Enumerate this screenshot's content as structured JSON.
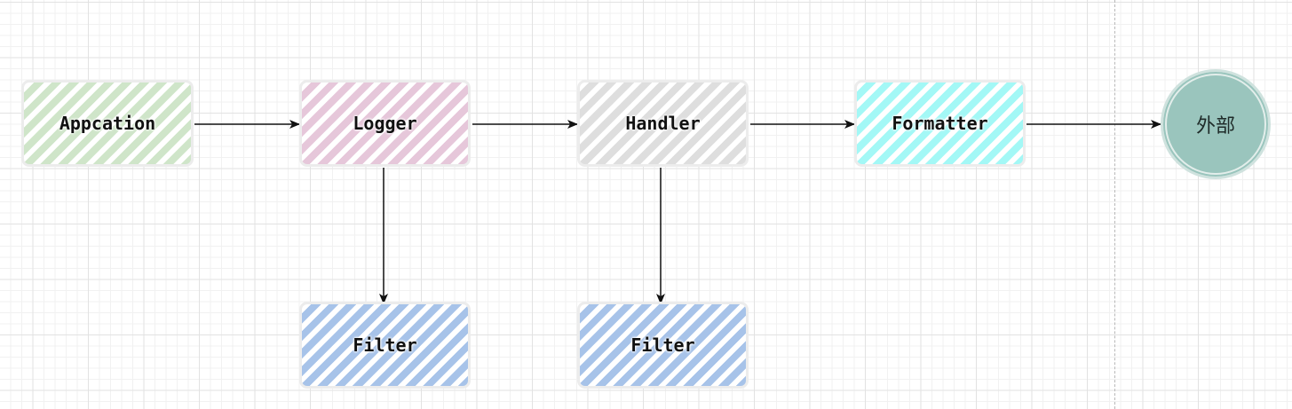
{
  "diagram": {
    "nodes": {
      "application": "Appcation",
      "logger": "Logger",
      "handler": "Handler",
      "formatter": "Formatter",
      "logger_filter": "Filter",
      "handler_filter": "Filter",
      "external": "外部"
    },
    "colors": {
      "application": "#cfe5c9",
      "logger": "#e6c7da",
      "handler": "#dedede",
      "formatter": "#a3f8f6",
      "filter": "#a7c3e9",
      "external": "#9ac5bd",
      "edge": "#111111"
    }
  }
}
